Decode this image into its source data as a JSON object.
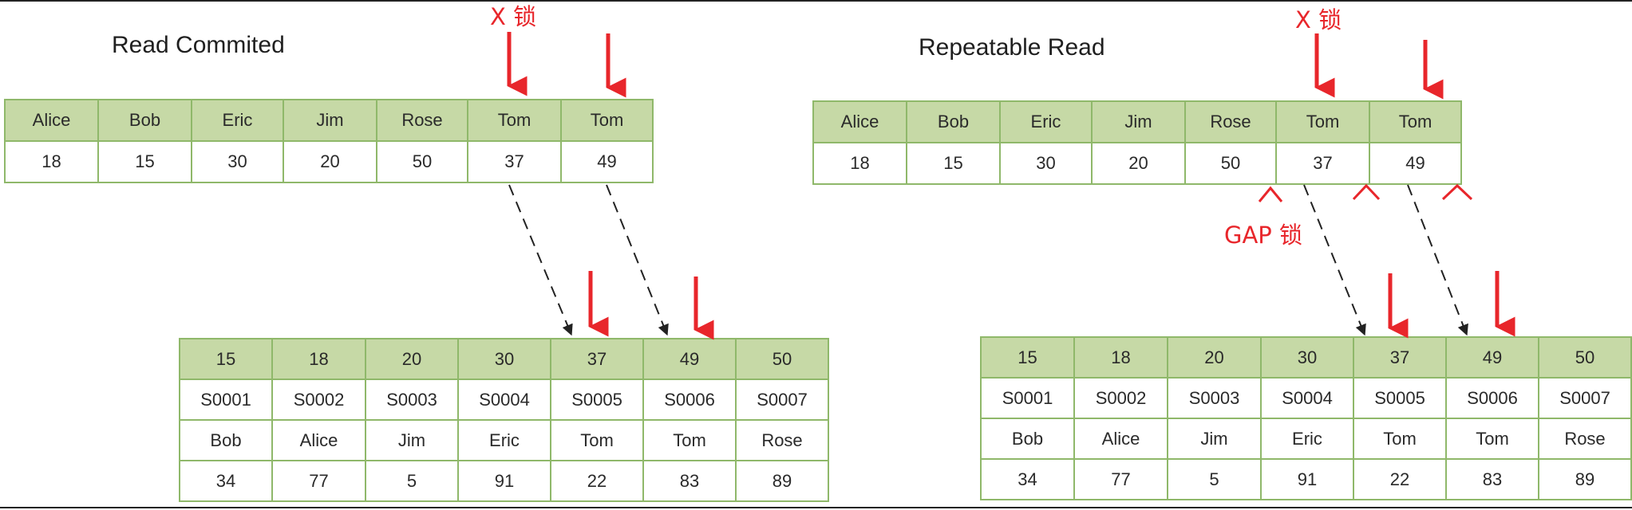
{
  "left": {
    "title": "Read Commited",
    "lock_label": "X 锁",
    "name_index": {
      "header": [
        "Alice",
        "Bob",
        "Eric",
        "Jim",
        "Rose",
        "Tom",
        "Tom"
      ],
      "values": [
        "18",
        "15",
        "30",
        "20",
        "50",
        "37",
        "49"
      ]
    },
    "primary_index": {
      "ids": [
        "15",
        "18",
        "20",
        "30",
        "37",
        "49",
        "50"
      ],
      "codes": [
        "S0001",
        "S0002",
        "S0003",
        "S0004",
        "S0005",
        "S0006",
        "S0007"
      ],
      "names": [
        "Bob",
        "Alice",
        "Jim",
        "Eric",
        "Tom",
        "Tom",
        "Rose"
      ],
      "scores": [
        "34",
        "77",
        "5",
        "91",
        "22",
        "83",
        "89"
      ]
    }
  },
  "right": {
    "title": "Repeatable Read",
    "lock_label": "X 锁",
    "gap_label": "GAP 锁",
    "name_index": {
      "header": [
        "Alice",
        "Bob",
        "Eric",
        "Jim",
        "Rose",
        "Tom",
        "Tom"
      ],
      "values": [
        "18",
        "15",
        "30",
        "20",
        "50",
        "37",
        "49"
      ]
    },
    "primary_index": {
      "ids": [
        "15",
        "18",
        "20",
        "30",
        "37",
        "49",
        "50"
      ],
      "codes": [
        "S0001",
        "S0002",
        "S0003",
        "S0004",
        "S0005",
        "S0006",
        "S0007"
      ],
      "names": [
        "Bob",
        "Alice",
        "Jim",
        "Eric",
        "Tom",
        "Tom",
        "Rose"
      ],
      "scores": [
        "34",
        "77",
        "5",
        "91",
        "22",
        "83",
        "89"
      ]
    }
  },
  "colors": {
    "header_fill": "#c6d9a6",
    "border": "#8fb86a",
    "lock_red": "#e8262b",
    "pointer": "#222222"
  }
}
